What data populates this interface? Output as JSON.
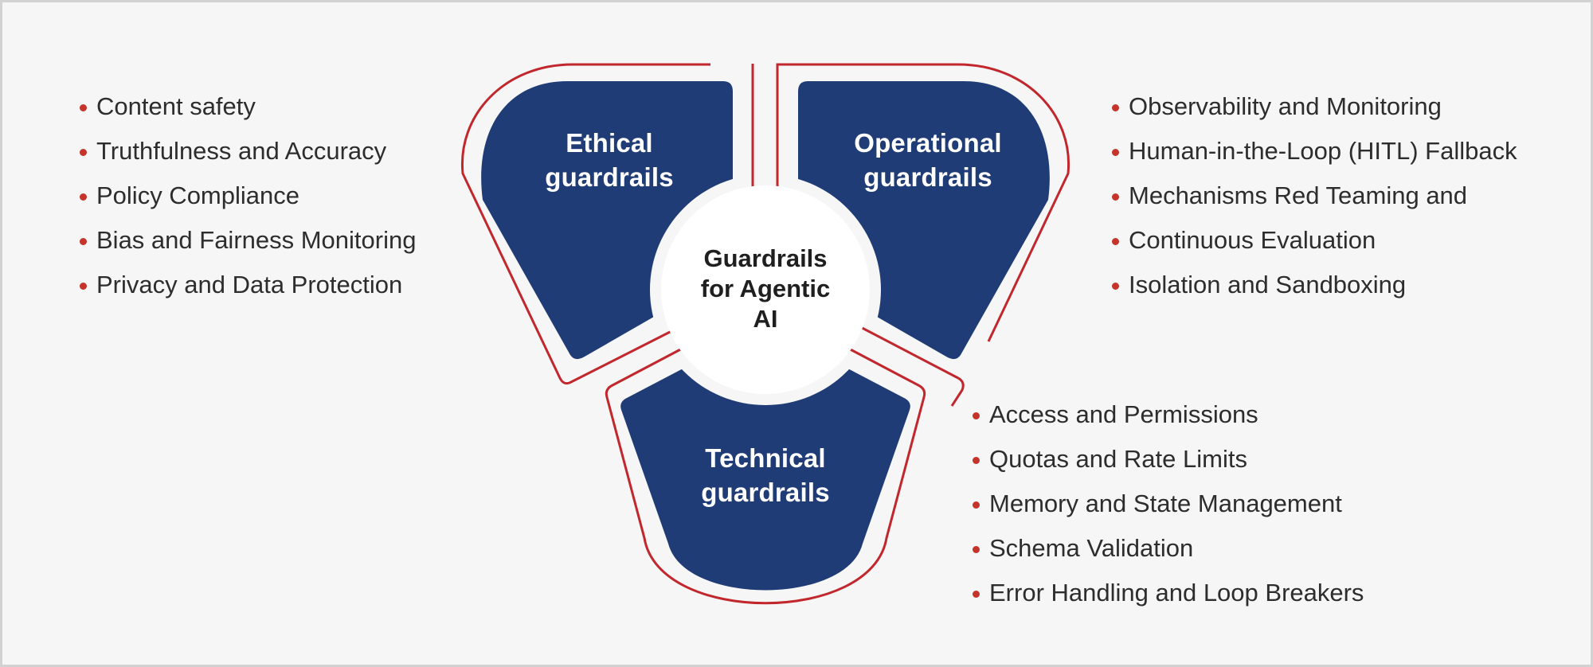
{
  "title": {
    "lines": [
      "Guardrails",
      "for Agentic",
      "AI"
    ]
  },
  "colors": {
    "navy": "#203C76",
    "red": "#C1272D",
    "bullet": "#C5342B",
    "circle_fill": "#FFFFFF",
    "background": "#F5F6F5"
  },
  "petals": {
    "ethical": {
      "label": {
        "line1": "Ethical",
        "line2": "guardrails"
      },
      "items": [
        "Content safety",
        "Truthfulness and Accuracy",
        "Policy Compliance",
        "Bias and Fairness Monitoring",
        "Privacy and Data Protection"
      ]
    },
    "operational": {
      "label": {
        "line1": "Operational",
        "line2": "guardrails"
      },
      "items": [
        "Observability and Monitoring",
        "Human-in-the-Loop (HITL) Fallback",
        "Mechanisms Red Teaming and",
        "Continuous Evaluation",
        "Isolation and Sandboxing"
      ]
    },
    "technical": {
      "label": {
        "line1": "Technical",
        "line2": "guardrails"
      },
      "items": [
        "Access and Permissions",
        "Quotas and Rate Limits",
        "Memory and State Management",
        "Schema Validation",
        "Error Handling and Loop Breakers"
      ]
    }
  }
}
